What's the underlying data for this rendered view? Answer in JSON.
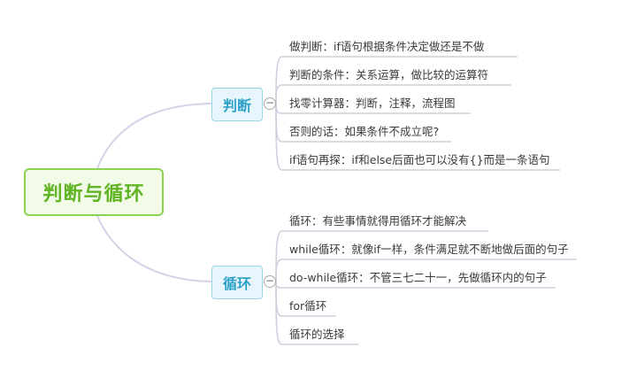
{
  "root": {
    "label": "判断与循环",
    "color": "#8bd34e"
  },
  "topics": [
    {
      "label": "判断",
      "collapse_symbol": "−",
      "items": [
        "做判断：if语句根据条件决定做还是不做",
        "判断的条件：关系运算，做比较的运算符",
        "找零计算器：判断，注释，流程图",
        "否则的话：如果条件不成立呢?",
        "if语句再探：if和else后面也可以没有{}而是一条语句"
      ]
    },
    {
      "label": "循环",
      "collapse_symbol": "−",
      "items": [
        "循环：有些事情就得用循环才能解决",
        "while循环：就像if一样，条件满足就不断地做后面的句子",
        "do-while循环：不管三七二十一，先做循环内的句子",
        "for循环",
        "循环的选择"
      ]
    }
  ]
}
